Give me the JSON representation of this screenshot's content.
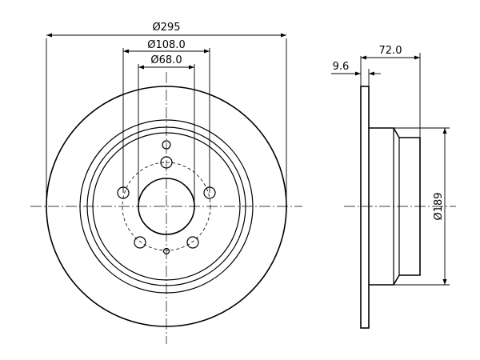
{
  "front_view": {
    "outer_diameter_label": "Ø295",
    "pcd_label": "Ø108.0",
    "bore_label": "Ø68.0"
  },
  "side_view": {
    "overall_width_label": "72.0",
    "disc_thickness_label": "9.6",
    "hat_diameter_label": "Ø189"
  }
}
